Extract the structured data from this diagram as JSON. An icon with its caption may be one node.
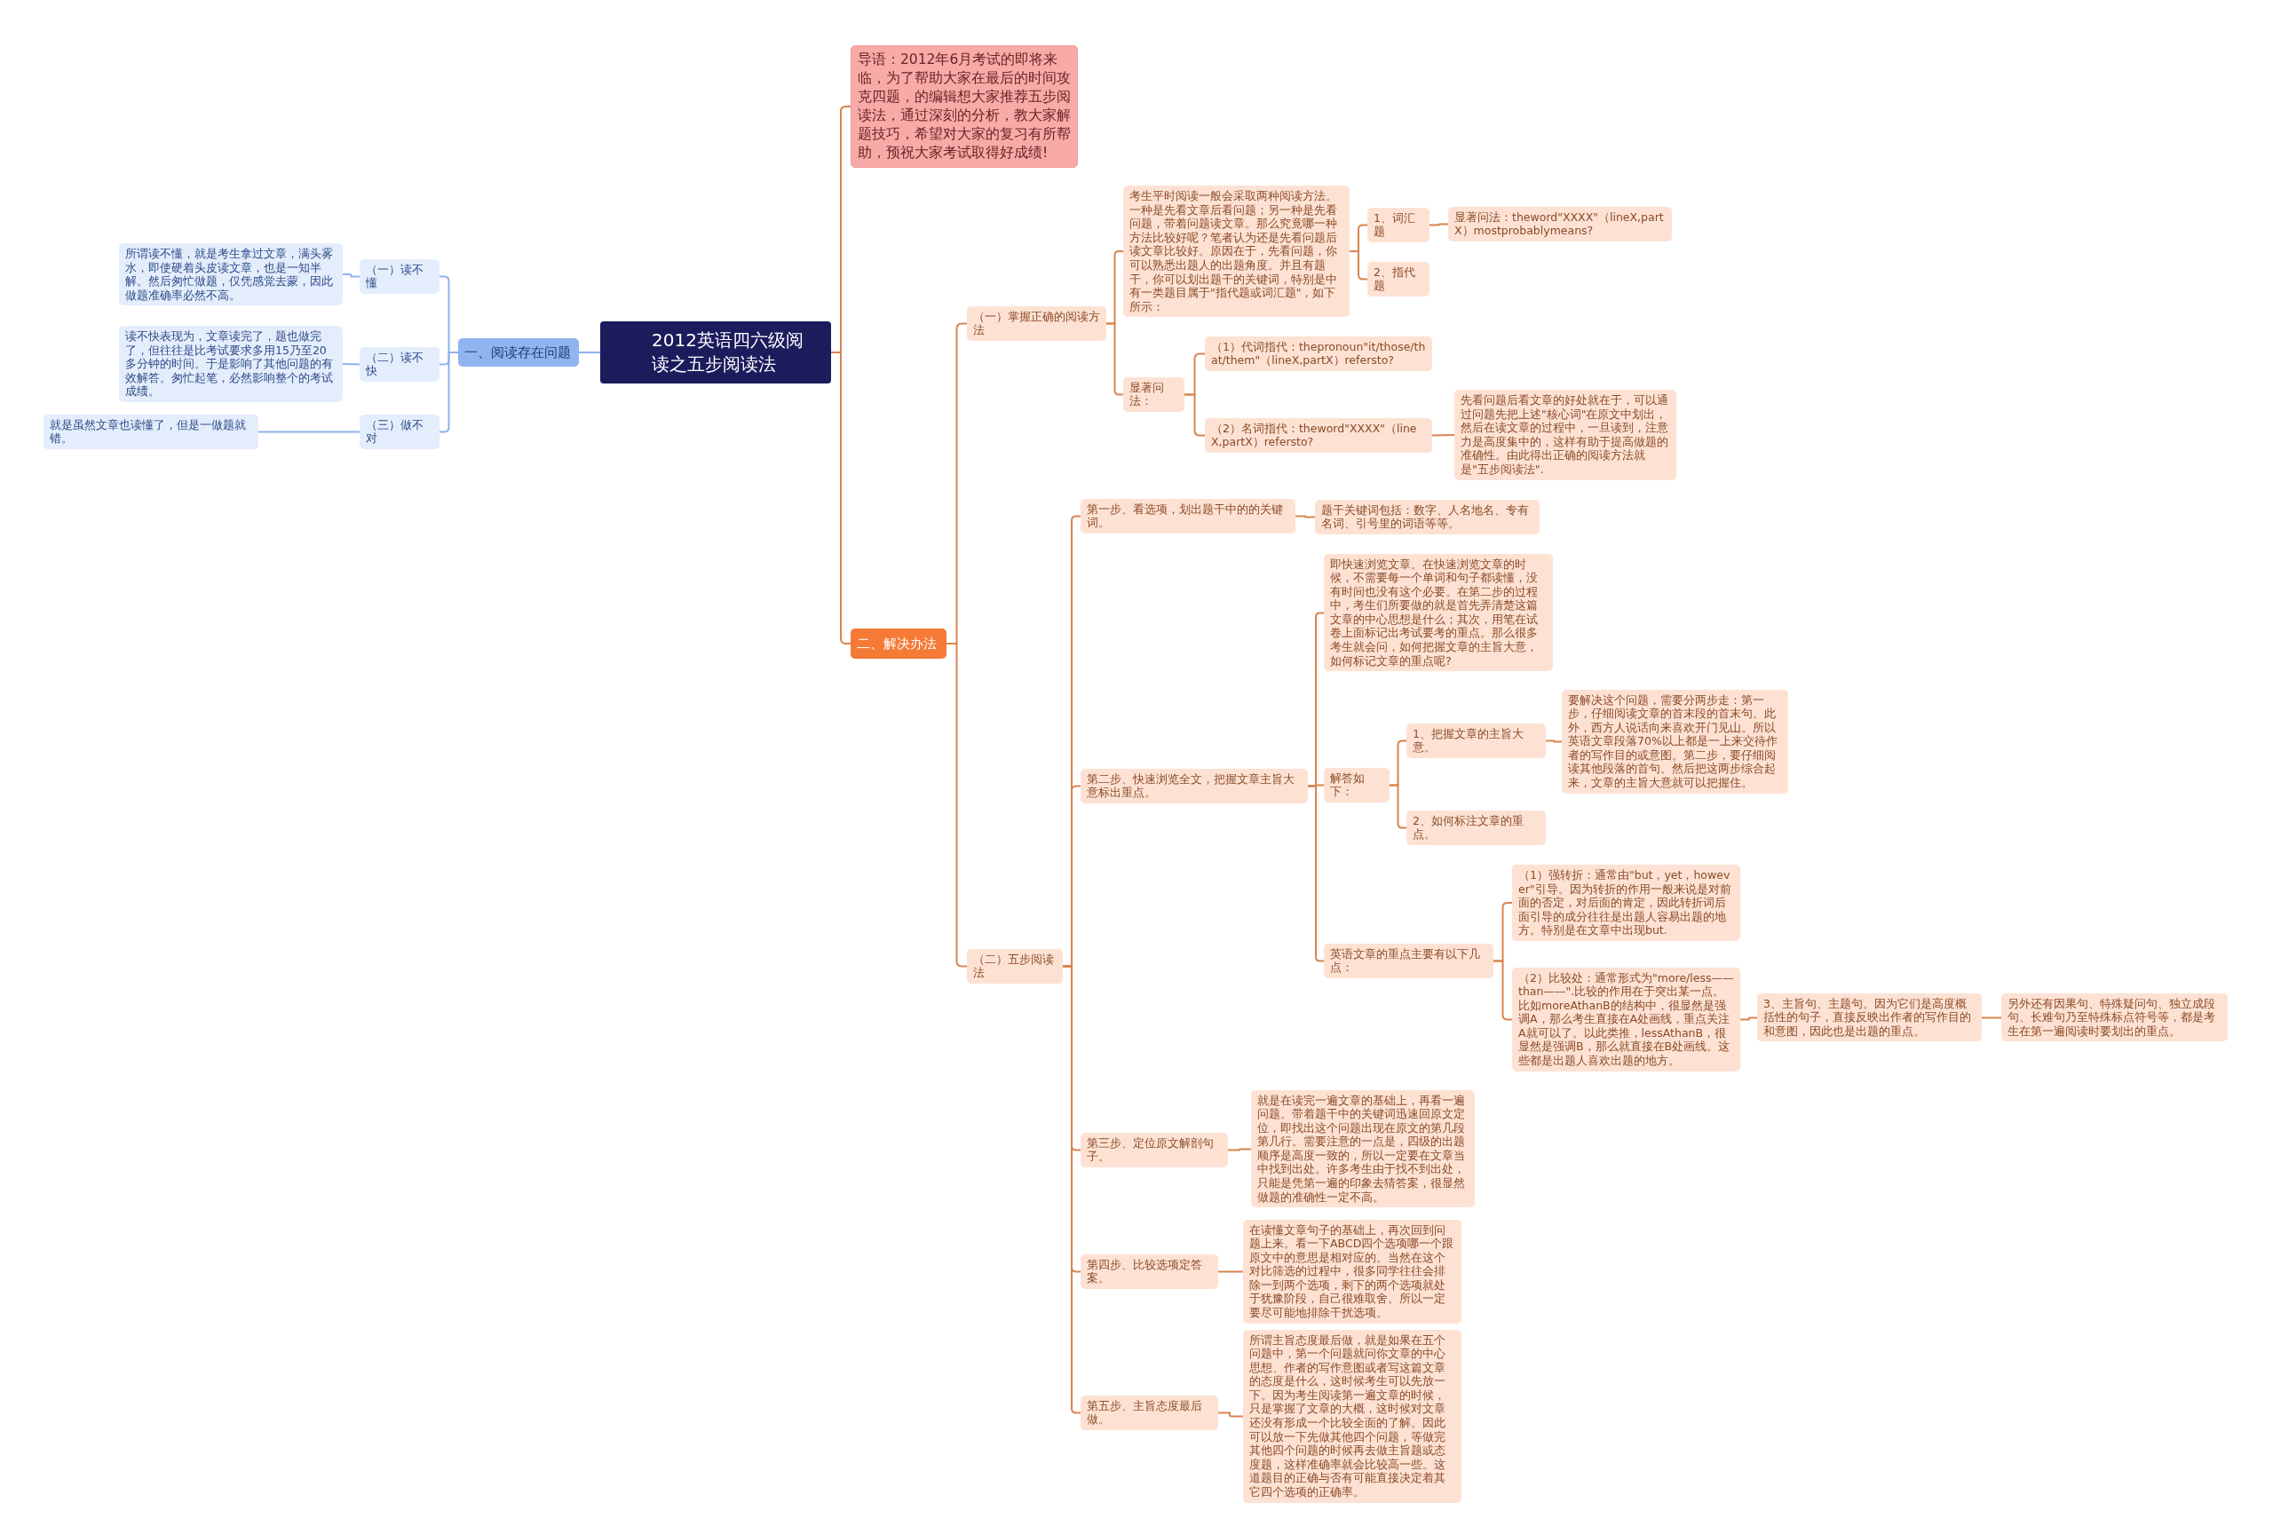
{
  "diagram": {
    "nodes": [
      {
        "text": [
          "2012英语四六级阅读之五步阅读法"
        ]
      },
      {
        "text": [
          "导语：2012年6月考试的即将来临，为了帮助大家在最后的时间攻克四题，的编辑想大家推荐五步阅读法，通过深刻的分析，教大家解题技巧，希望对大家的复习有所帮助，预祝大家考试取得好成绩!"
        ]
      },
      {
        "text": [
          "一、阅读存在问题"
        ]
      },
      {
        "text": [
          "（一）读不懂"
        ]
      },
      {
        "text": [
          "所谓读不懂，就是考生拿过文章，满头雾水，即使硬着头皮读文章，也是一知半解。然后匆忙做题，仅凭感觉去蒙，因此做题准确率必然不高。"
        ]
      },
      {
        "text": [
          "（二）读不快"
        ]
      },
      {
        "text": [
          "读不快表现为，文章读完了，题也做完了，但往往是比考试要求多用15乃至20多分钟的时间。于是影响了其他问题的有效解答。匆忙起笔，必然影响整个的考试成绩。"
        ]
      },
      {
        "text": [
          "（三）做不对"
        ]
      },
      {
        "text": [
          "就是虽然文章也读懂了，但是一做题就错。"
        ]
      },
      {
        "text": [
          "二、解决办法"
        ]
      },
      {
        "text": [
          "（一）掌握正确的阅读方法"
        ]
      },
      {
        "text": [
          "考生平时阅读一般会采取两种阅读方法。一种是先看文章后看问题；另一种是先看问题，带着问题读文章。那么究竟哪一种方法比较好呢？笔者认为还是先看问题后读文章比较好。原因在于，先看问题，你可以熟悉出题人的出题角度。并且有题干，你可以划出题干的关键词，特别是中有一类题目属于\"指代题或词汇题\"，如下所示："
        ]
      },
      {
        "text": [
          "1、词汇题"
        ]
      },
      {
        "text": [
          "显著问法：theword\"XXXX\"（lineX,partX）mostprobablymeans?"
        ]
      },
      {
        "text": [
          "2、指代题"
        ]
      },
      {
        "text": [
          "显著问法："
        ]
      },
      {
        "text": [
          "（1）代词指代：thepronoun\"it/those/that/them\"（lineX,partX）refersto?"
        ]
      },
      {
        "text": [
          "（2）名词指代：theword\"XXXX\"（lineX,partX）refersto?"
        ]
      },
      {
        "text": [
          "先看问题后看文章的好处就在于，可以通过问题先把上述\"核心词\"在原文中划出，然后在读文章的过程中，一旦读到，注意力是高度集中的，这样有助于提高做题的准确性。由此得出正确的阅读方法就是\"五步阅读法\"."
        ]
      },
      {
        "text": [
          "（二）五步阅读法"
        ]
      },
      {
        "text": [
          "第一步、看选项，划出题干中的的关键词。"
        ]
      },
      {
        "text": [
          "题干关键词包括：数字、人名地名、专有名词、引号里的词语等等。"
        ]
      },
      {
        "text": [
          "第二步、快速浏览全文，把握文章主旨大意标出重点。"
        ]
      },
      {
        "text": [
          "即快速浏览文章。在快速浏览文章的时候，不需要每一个单词和句子都读懂，没有时间也没有这个必要。在第二步的过程中，考生们所要做的就是首先弄清楚这篇文章的中心思想是什么；其次，用笔在试卷上面标记出考试要考的重点。那么很多考生就会问，如何把握文章的主旨大意，如何标记文章的重点呢?"
        ]
      },
      {
        "text": [
          "解答如下："
        ]
      },
      {
        "text": [
          "1、把握文章的主旨大意。"
        ]
      },
      {
        "text": [
          "要解决这个问题，需要分两步走：第一步，仔细阅读文章的首末段的首末句。此外，西方人说话向来喜欢开门见山。所以英语文章段落70%以上都是一上来交待作者的写作目的或意图。第二步，要仔细阅读其他段落的首句。然后把这两步综合起来，文章的主旨大意就可以把握住。"
        ]
      },
      {
        "text": [
          "2、如何标注文章的重点。"
        ]
      },
      {
        "text": [
          "英语文章的重点主要有以下几点："
        ]
      },
      {
        "text": [
          "（1）强转折：通常由\"but，yet，however\"引导。因为转折的作用一般来说是对前面的否定，对后面的肯定，因此转折词后面引导的成分往往是出题人容易出题的地方。特别是在文章中出现but."
        ]
      },
      {
        "text": [
          "（2）比较处：通常形式为\"more/less——than——\".比较的作用在于突出某一点。比如moreAthanB的结构中，很显然是强调A，那么考生直接在A处画线，重点关注A就可以了。以此类推，lessAthanB，很显然是强调B，那么就直接在B处画线。这些都是出题人喜欢出题的地方。"
        ]
      },
      {
        "text": [
          "3、主旨句、主题句。因为它们是高度概括性的句子，直接反映出作者的写作目的和意图，因此也是出题的重点。"
        ]
      },
      {
        "text": [
          "另外还有因果句、特殊疑问句、独立成段句、长难句乃至特殊标点符号等，都是考生在第一遍阅读时要划出的重点。"
        ]
      },
      {
        "text": [
          "第三步、定位原文解剖句子。"
        ]
      },
      {
        "text": [
          "就是在读完一遍文章的基础上，再看一遍问题。带着题干中的关键词迅速回原文定位，即找出这个问题出现在原文的第几段第几行。需要注意的一点是，四级的出题顺序是高度一致的，所以一定要在文章当中找到出处。许多考生由于找不到出处，只能是凭第一遍的印象去猜答案，很显然做题的准确性一定不高。"
        ]
      },
      {
        "text": [
          "第四步、比较选项定答案。"
        ]
      },
      {
        "text": [
          "在读懂文章句子的基础上，再次回到问题上来。看一下ABCD四个选项哪一个跟原文中的意思是相对应的。当然在这个对比筛选的过程中，很多同学往往会排除一到两个选项，剩下的两个选项就处于犹豫阶段，自己很难取舍。所以一定要尽可能地排除干扰选项。"
        ]
      },
      {
        "text": [
          "第五步、主旨态度最后做。"
        ]
      },
      {
        "text": [
          "所谓主旨态度最后做，就是如果在五个问题中，第一个问题就问你文章的中心思想、作者的写作意图或者写这篇文章的态度是什么，这时候考生可以先放一下。因为考生阅读第一遍文章的时候，只是掌握了文章的大概，这时候对文章还没有形成一个比较全面的了解。因此可以放一下先做其他四个问题，等做完其他四个问题的时候再去做主旨题或态度题，这样准确率就会比较高一些。这道题目的正确与否有可能直接决定着其它四个选项的正确率。"
        ]
      }
    ],
    "edges": [
      {
        "from": 0,
        "to": 1,
        "arrow": "none"
      },
      {
        "from": 0,
        "to": 2,
        "arrow": "none",
        "color": "#8db2ec"
      },
      {
        "from": 2,
        "to": 3,
        "arrow": "none",
        "color": "#8db2ec"
      },
      {
        "from": 3,
        "to": 4,
        "arrow": "none",
        "color": "#8db2ec"
      },
      {
        "from": 2,
        "to": 5,
        "arrow": "none",
        "color": "#8db2ec"
      },
      {
        "from": 5,
        "to": 6,
        "arrow": "none",
        "color": "#8db2ec"
      },
      {
        "from": 2,
        "to": 7,
        "arrow": "none",
        "color": "#8db2ec"
      },
      {
        "from": 7,
        "to": 8,
        "arrow": "none",
        "color": "#8db2ec"
      },
      {
        "from": 0,
        "to": 9,
        "arrow": "none"
      },
      {
        "from": 9,
        "to": 10,
        "arrow": "none"
      },
      {
        "from": 10,
        "to": 11,
        "arrow": "none"
      },
      {
        "from": 11,
        "to": 12,
        "arrow": "none"
      },
      {
        "from": 12,
        "to": 13,
        "arrow": "none"
      },
      {
        "from": 11,
        "to": 14,
        "arrow": "none"
      },
      {
        "from": 10,
        "to": 15,
        "arrow": "none"
      },
      {
        "from": 15,
        "to": 16,
        "arrow": "none"
      },
      {
        "from": 15,
        "to": 17,
        "arrow": "none"
      },
      {
        "from": 17,
        "to": 18,
        "arrow": "none"
      },
      {
        "from": 9,
        "to": 19,
        "arrow": "none"
      },
      {
        "from": 19,
        "to": 20,
        "arrow": "none"
      },
      {
        "from": 20,
        "to": 21,
        "arrow": "none"
      },
      {
        "from": 19,
        "to": 22,
        "arrow": "none"
      },
      {
        "from": 22,
        "to": 23,
        "arrow": "none"
      },
      {
        "from": 22,
        "to": 24,
        "arrow": "none"
      },
      {
        "from": 24,
        "to": 25,
        "arrow": "none"
      },
      {
        "from": 25,
        "to": 26,
        "arrow": "none"
      },
      {
        "from": 24,
        "to": 27,
        "arrow": "none"
      },
      {
        "from": 22,
        "to": 28,
        "arrow": "none"
      },
      {
        "from": 28,
        "to": 29,
        "arrow": "none"
      },
      {
        "from": 28,
        "to": 30,
        "arrow": "none"
      },
      {
        "from": 30,
        "to": 31,
        "arrow": "none"
      },
      {
        "from": 31,
        "to": 32,
        "arrow": "none"
      },
      {
        "from": 19,
        "to": 33,
        "arrow": "none"
      },
      {
        "from": 33,
        "to": 34,
        "arrow": "none"
      },
      {
        "from": 19,
        "to": 35,
        "arrow": "none"
      },
      {
        "from": 35,
        "to": 36,
        "arrow": "none"
      },
      {
        "from": 19,
        "to": 37,
        "arrow": "none"
      },
      {
        "from": 37,
        "to": 38,
        "arrow": "none"
      }
    ]
  }
}
